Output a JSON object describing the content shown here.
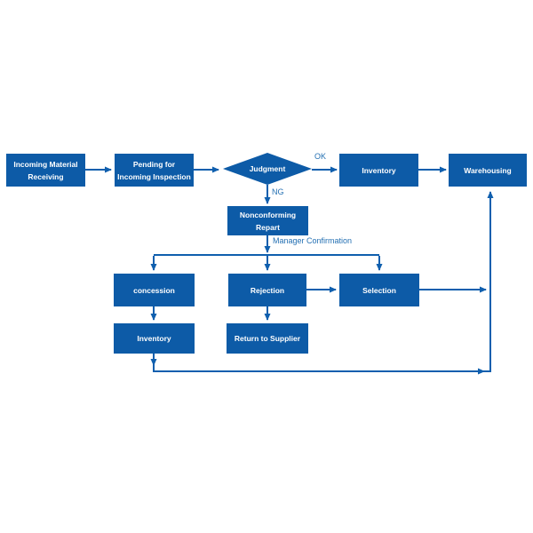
{
  "diagram": {
    "type": "flowchart",
    "nodes": {
      "incoming": {
        "label": "Incoming Material\nReceiving"
      },
      "pending": {
        "label": "Pending for\nIncoming Inspection"
      },
      "judgment": {
        "label": "Judgment"
      },
      "inventory_top": {
        "label": "Inventory"
      },
      "warehousing": {
        "label": "Warehousing"
      },
      "nonconforming": {
        "label": "Nonconforming\nRepart"
      },
      "concession": {
        "label": "concession"
      },
      "rejection": {
        "label": "Rejection"
      },
      "selection": {
        "label": "Selection"
      },
      "inventory_bottom": {
        "label": "Inventory"
      },
      "return_supplier": {
        "label": "Return to Supplier"
      }
    },
    "edge_labels": {
      "ok": "OK",
      "ng": "NG",
      "manager_confirmation": "Manager Confirmation"
    },
    "colors": {
      "node_fill": "#0d5ba7",
      "connector": "#0f5fae",
      "node_text": "#ffffff",
      "edge_label_text": "#2470b3",
      "background": "#ffffff"
    }
  }
}
